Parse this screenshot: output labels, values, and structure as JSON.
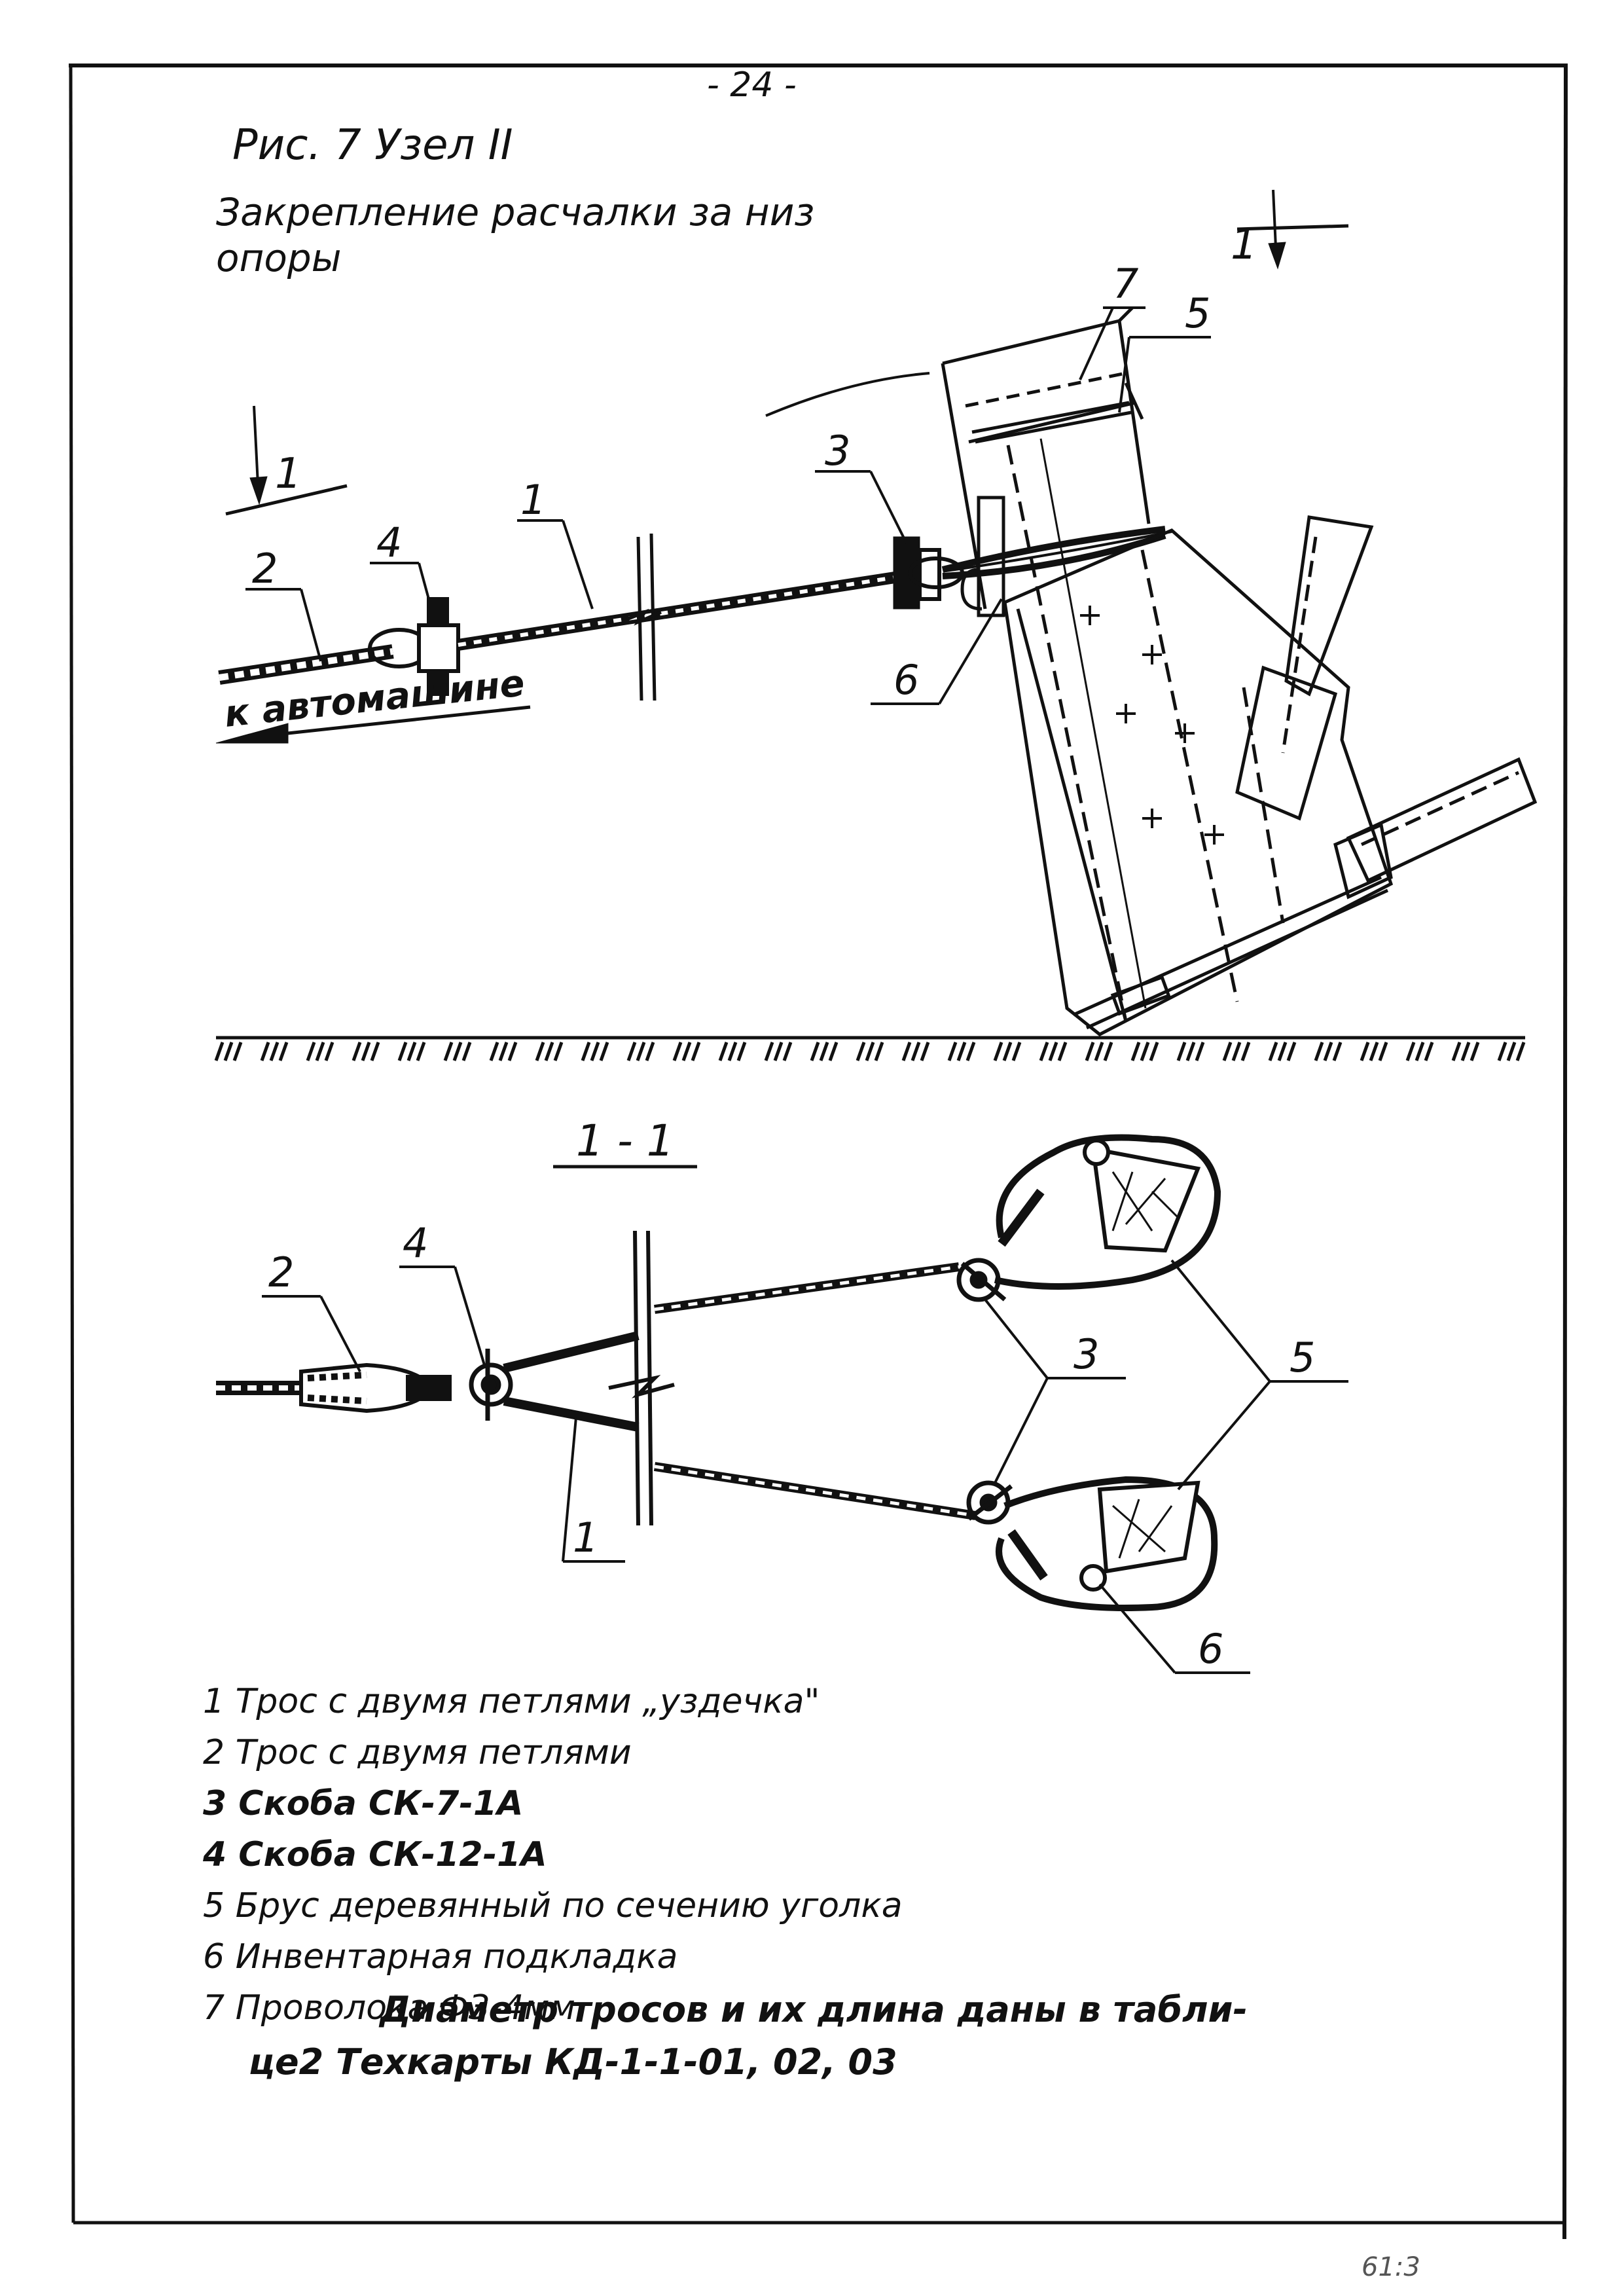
{
  "page_number": "- 24 -",
  "figure": {
    "title": "Рис. 7  Узел II",
    "subtitle_line1": "Закрепление расчалки за низ",
    "subtitle_line2": "опоры"
  },
  "section_mark": "1",
  "section_view_title": "1 - 1",
  "direction_label": "к автомашине",
  "callouts_top": [
    "1",
    "2",
    "3",
    "4",
    "5",
    "6",
    "7"
  ],
  "callouts_section": [
    "2",
    "4",
    "3",
    "5",
    "1",
    "6"
  ],
  "legend": [
    "1 Трос с двумя петлями „уздечка\"",
    "2 Трос с двумя петлями",
    "3 Скоба СК-7-1А",
    "4 Скоба СК-12-1А",
    "5 Брус деревянный по сечению уголка",
    "6 Инвентарная подкладка",
    "7 Проволока Ф3-4мм"
  ],
  "note_line1": "Диаметр тросов и их длина даны в табли-",
  "note_line2": "це2 Техкарты КД-1-1-01, 02, 03",
  "footer_mark": "61:3"
}
